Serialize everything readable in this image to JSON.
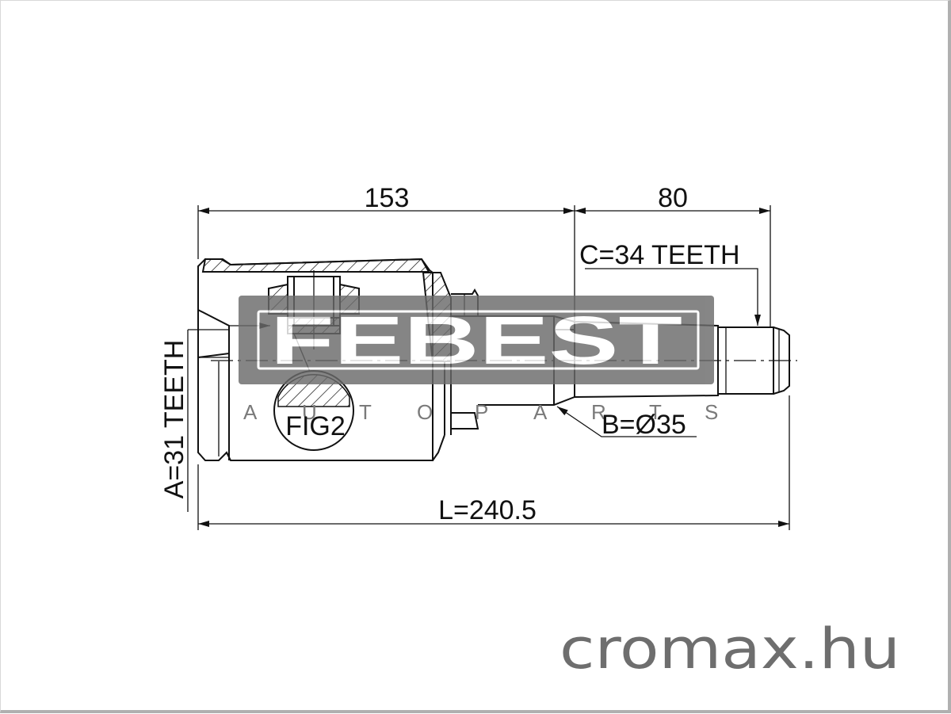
{
  "drawing": {
    "dim_housing": "153",
    "dim_stub": "80",
    "outer_spline": "C=34 TEETH",
    "shaft_diameter": "B=Ø35",
    "total_length": "L=240.5",
    "inner_spline": "A=31 TEETH",
    "detail_label": "FIG2"
  },
  "watermark": {
    "brand": "FEBEST",
    "tagline_letters": [
      "A",
      "U",
      "T",
      "O",
      "P",
      "A",
      "R",
      "T",
      "S"
    ],
    "color": "#6b6b6b"
  },
  "site": {
    "label": "cromax.hu",
    "color": "#6e6e6e"
  }
}
